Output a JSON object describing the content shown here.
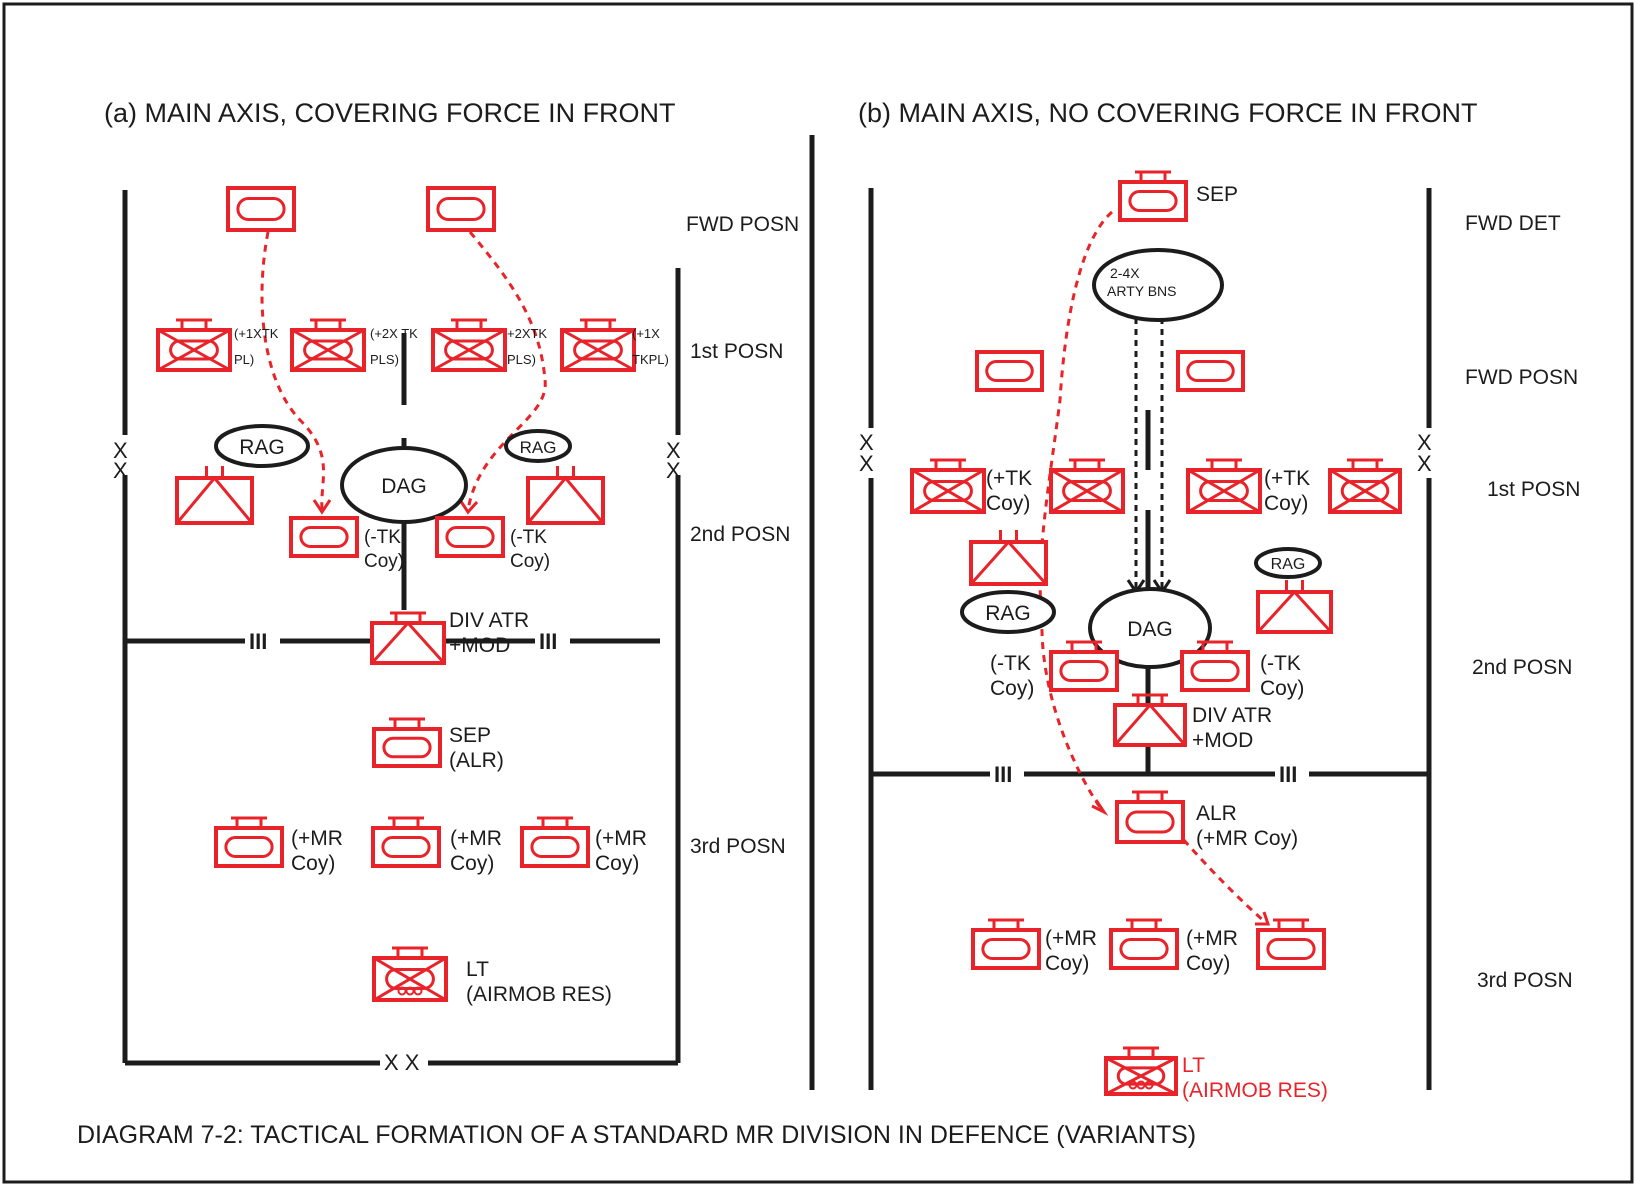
{
  "colors": {
    "unit": "#e8232a",
    "line": "#1c1c1c",
    "text": "#1c1c1c",
    "route": "#e8232a",
    "arrow": "#1c1c1c"
  },
  "icon_kinds": {
    "rect-oval": "tank-regiment-icon",
    "rect-oval-flag": "mechanized-regiment-icon",
    "rect-x-flag": "infantry-battalion-icon",
    "rect-x-dots-flag": "airmobile-infantry-icon",
    "rect-triangle": "artillery-unit-icon",
    "rect-triangle-flag": "anti-tank-artillery-icon"
  },
  "left_panel": {
    "title": "(a) MAIN AXIS, COVERING FORCE IN FRONT",
    "boundary_xx_left": "X\nX",
    "boundary_xx_right": "X\nX",
    "boundary_xx_bottom": "X X",
    "boundary_iii_left": "III",
    "boundary_iii_right": "III",
    "zones": [
      "FWD POSN",
      "1st POSN",
      "2nd POSN",
      "3rd POSN"
    ],
    "dag": "DAG",
    "rag_left": "RAG",
    "rag_right": "RAG",
    "tk_left": "(+1XTK\nPL)",
    "tk_mid_left": "(+2X TK\nPLS)",
    "tk_mid_right": "+2XTK\nPLS)",
    "tk_right": "(+1X\nTKPL)",
    "minus_tk_left": "(-TK\nCoy)",
    "minus_tk_right": "(-TK\nCoy)",
    "div_atr": "DIV ATR\n+MOD",
    "sep": "SEP\n(ALR)",
    "mr_1": "(+MR\nCoy)",
    "mr_2": "(+MR\nCoy)",
    "mr_3": "(+MR\nCoy)",
    "lt": "LT\n(AIRMOB RES)"
  },
  "right_panel": {
    "title": "(b) MAIN AXIS, NO COVERING FORCE IN FRONT",
    "boundary_xx_left": "X\nX",
    "boundary_xx_right": "X\nX",
    "boundary_iii_left": "III",
    "boundary_iii_right": "III",
    "zones": [
      "FWD DET",
      "FWD POSN",
      "1st POSN",
      "2nd POSN",
      "3rd POSN"
    ],
    "sep": "SEP",
    "arty": "2-4X\nARTY BNS",
    "dag": "DAG",
    "rag_left": "RAG",
    "rag_right": "RAG",
    "tk_left": "(+TK\nCoy)",
    "tk_right": "(+TK\nCoy)",
    "minus_tk_left": "(-TK\nCoy)",
    "minus_tk_right": "(-TK\nCoy)",
    "div_atr": "DIV ATR\n+MOD",
    "alr": "ALR\n(+MR Coy)",
    "mr_1": "(+MR\nCoy)",
    "mr_2": "(+MR\nCoy)",
    "lt": "LT\n(AIRMOB RES)"
  },
  "caption": "DIAGRAM 7-2: TACTICAL FORMATION OF A STANDARD MR DIVISION IN DEFENCE (VARIANTS)"
}
